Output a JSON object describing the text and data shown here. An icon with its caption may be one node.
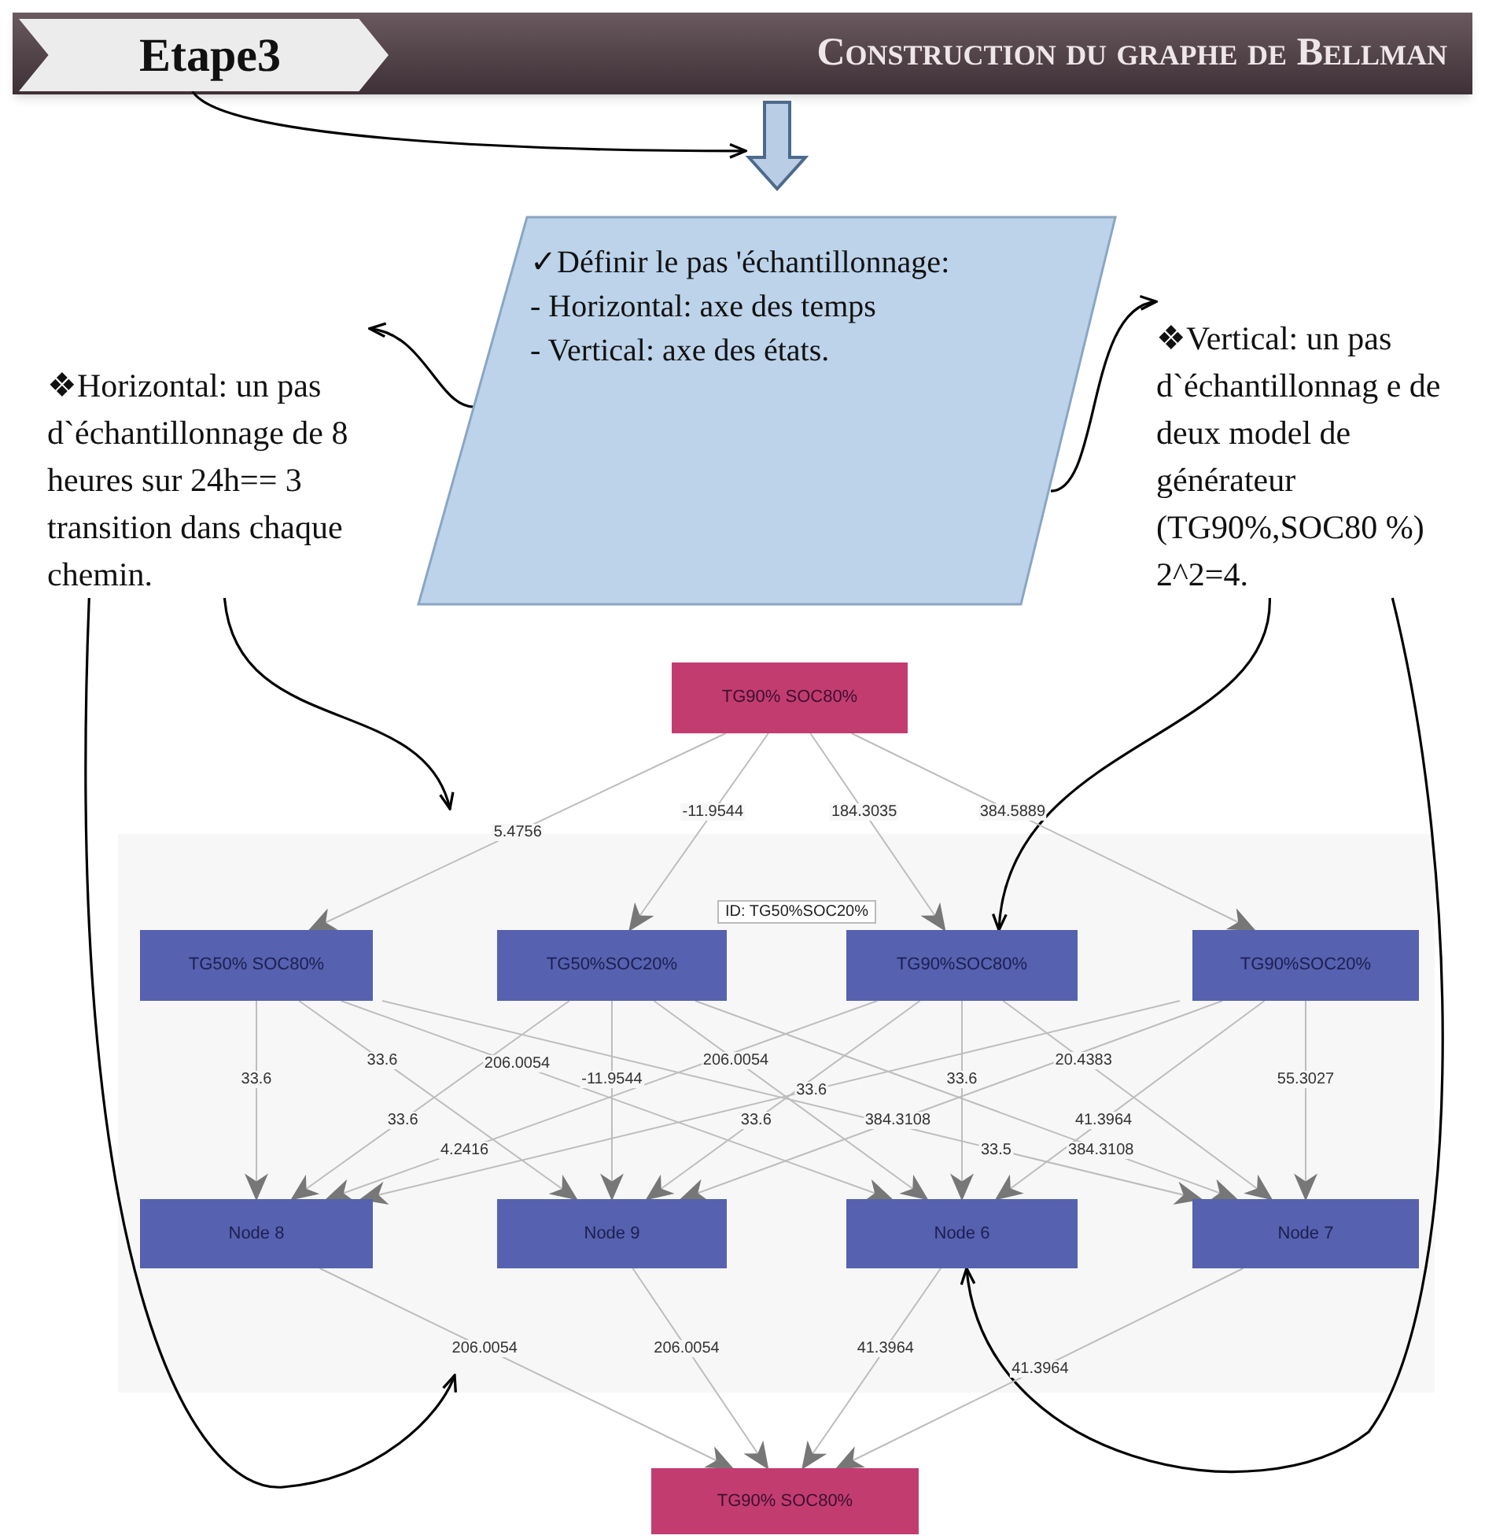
{
  "diagram": {
    "title": "Construction du graphe de Bellman",
    "nodes": [
      {
        "text": [
          "Etape3"
        ]
      },
      {
        "text": [],
        "shape": "arrow"
      },
      {
        "text": [
          "✓Définir le pas 'échantillonnage:",
          "- Horizontal: axe des temps",
          "- Vertical: axe des états."
        ]
      },
      {
        "text": [
          "❖Horizontal: un pas d`échantillonnage de 8 heures sur 24h== 3 transition dans chaque chemin."
        ]
      },
      {
        "text": [
          "❖Vertical: un pas d`échantillonnag e de deux model de générateur (TG90%,SOC80 %) 2^2=4."
        ]
      },
      {
        "text": [
          "TG90% SOC80%"
        ]
      },
      {
        "text": [
          "TG50% SOC80%"
        ]
      },
      {
        "text": [
          "TG50%SOC20%"
        ]
      },
      {
        "text": [
          "TG90%SOC80%"
        ]
      },
      {
        "text": [
          "TG90%SOC20%"
        ]
      },
      {
        "text": [
          "Node 8"
        ]
      },
      {
        "text": [
          "Node 9"
        ]
      },
      {
        "text": [
          "Node 6"
        ]
      },
      {
        "text": [
          "Node 7"
        ]
      },
      {
        "text": [
          "TG90% SOC80%"
        ]
      }
    ],
    "edges": [
      {
        "from": 0,
        "to": 1,
        "arrow": "to",
        "color": "#000000"
      },
      {
        "from": 2,
        "to": 3,
        "arrow": "to",
        "color": "#000000"
      },
      {
        "from": 2,
        "to": 4,
        "arrow": "to",
        "color": "#000000"
      },
      {
        "from": 3,
        "to": null,
        "arrow": "to",
        "color": "#000000"
      },
      {
        "from": 4,
        "to": 8,
        "arrow": "to",
        "color": "#000000"
      },
      {
        "from": 3,
        "to": null,
        "arrow": "to",
        "color": "#000000"
      },
      {
        "from": 4,
        "to": 12,
        "arrow": "to",
        "color": "#000000"
      },
      {
        "from": 5,
        "to": 6,
        "arrow": "to",
        "label": "5.4756"
      },
      {
        "from": 5,
        "to": 7,
        "arrow": "to",
        "label": "-11.9544"
      },
      {
        "from": 5,
        "to": 8,
        "arrow": "to",
        "label": "184.3035"
      },
      {
        "from": 5,
        "to": 9,
        "arrow": "to",
        "label": "384.5889"
      },
      {
        "from": 6,
        "to": 10,
        "arrow": "to",
        "label": "33.6"
      },
      {
        "from": 6,
        "to": 11,
        "arrow": "to",
        "label": "33.6"
      },
      {
        "from": 6,
        "to": 12,
        "arrow": "to",
        "label": "206.0054"
      },
      {
        "from": 6,
        "to": 13,
        "arrow": "to",
        "label": "33.5"
      },
      {
        "from": 7,
        "to": 10,
        "arrow": "to",
        "label": "33.6"
      },
      {
        "from": 7,
        "to": 11,
        "arrow": "to",
        "label": "-11.9544"
      },
      {
        "from": 7,
        "to": 12,
        "arrow": "to",
        "label": "206.0054"
      },
      {
        "from": 7,
        "to": 13,
        "arrow": "to",
        "label": "384.3108"
      },
      {
        "from": 8,
        "to": 10,
        "arrow": "to",
        "label": "4.2416"
      },
      {
        "from": 8,
        "to": 11,
        "arrow": "to",
        "label": "33.6"
      },
      {
        "from": 8,
        "to": 12,
        "arrow": "to",
        "label": "33.6"
      },
      {
        "from": 8,
        "to": 13,
        "arrow": "to",
        "label": "20.4383"
      },
      {
        "from": 9,
        "to": 10,
        "arrow": "to",
        "label": "33.6"
      },
      {
        "from": 9,
        "to": 11,
        "arrow": "to",
        "label": "384.3108"
      },
      {
        "from": 9,
        "to": 12,
        "arrow": "to",
        "label": "41.3964"
      },
      {
        "from": 9,
        "to": 13,
        "arrow": "to",
        "label": "55.3027"
      },
      {
        "from": 10,
        "to": 14,
        "arrow": "to",
        "label": "206.0054"
      },
      {
        "from": 11,
        "to": 14,
        "arrow": "to",
        "label": "206.0054"
      },
      {
        "from": 12,
        "to": 14,
        "arrow": "to",
        "label": "41.3964"
      },
      {
        "from": 13,
        "to": 14,
        "arrow": "to",
        "label": "41.3964"
      }
    ],
    "labels": [
      "ID: TG50%SOC20%"
    ]
  }
}
